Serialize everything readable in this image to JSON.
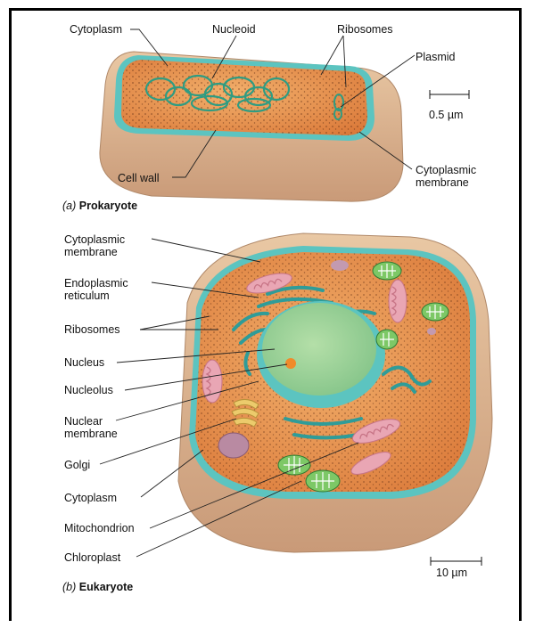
{
  "prokaryote": {
    "labels": {
      "cytoplasm": "Cytoplasm",
      "nucleoid": "Nucleoid",
      "ribosomes": "Ribosomes",
      "plasmid": "Plasmid",
      "cell_wall": "Cell wall",
      "cytoplasmic_membrane_1": "Cytoplasmic",
      "cytoplasmic_membrane_2": "membrane"
    },
    "scale": "0.5 µm",
    "caption_letter": "(a)",
    "caption_title": "Prokaryote"
  },
  "eukaryote": {
    "labels": {
      "cytoplasmic_membrane_1": "Cytoplasmic",
      "cytoplasmic_membrane_2": "membrane",
      "er_1": "Endoplasmic",
      "er_2": "reticulum",
      "ribosomes": "Ribosomes",
      "nucleus": "Nucleus",
      "nucleolus": "Nucleolus",
      "nuclear_membrane_1": "Nuclear",
      "nuclear_membrane_2": "membrane",
      "golgi": "Golgi",
      "cytoplasm": "Cytoplasm",
      "mitochondrion": "Mitochondrion",
      "chloroplast": "Chloroplast"
    },
    "scale": "10 µm",
    "caption_letter": "(b)",
    "caption_title": "Eukaryote"
  },
  "colors": {
    "cytoplasm": "#e8954f",
    "wall": "#e8c39a",
    "membrane": "#5cc4c0",
    "nucleoid": "#3cae8e",
    "nucleus": "#9cd49a",
    "mitochondrion": "#e9a6b4",
    "chloroplast": "#6cbf5a",
    "golgi": "#e8c86a"
  }
}
